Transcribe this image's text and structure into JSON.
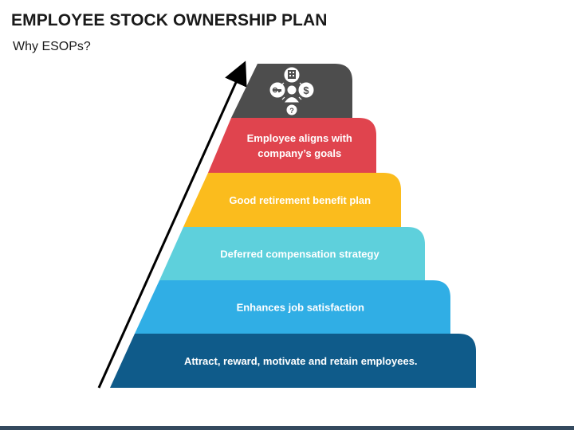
{
  "header": {
    "title": "EMPLOYEE STOCK OWNERSHIP PLAN",
    "subtitle": "Why ESOPs?"
  },
  "pyramid": {
    "top_icon": "employee-finance-icon",
    "tiers": [
      {
        "lines": [
          "Employee aligns with",
          "company’s goals"
        ],
        "color": "#e0444e"
      },
      {
        "lines": [
          "Good retirement benefit plan"
        ],
        "color": "#fbbc1d"
      },
      {
        "lines": [
          "Deferred compensation strategy"
        ],
        "color": "#5ed0dc"
      },
      {
        "lines": [
          "Enhances job satisfaction"
        ],
        "color": "#30aee5"
      },
      {
        "lines": [
          "Attract, reward, motivate and retain employees."
        ],
        "color": "#0f5b8a"
      }
    ],
    "top_color": "#4d4d4d",
    "arrow_color": "#000000"
  },
  "footer": {
    "bar_color": "#34495e"
  }
}
